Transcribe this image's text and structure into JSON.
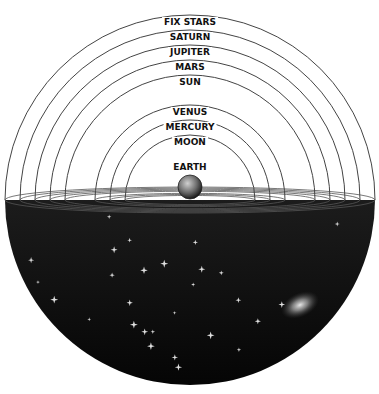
{
  "diagram": {
    "labels": [
      "FIX STARS",
      "SATURN",
      "JUPITER",
      "MARS",
      "SUN",
      "VENUS",
      "MERCURY",
      "MOON",
      "EARTH"
    ]
  }
}
